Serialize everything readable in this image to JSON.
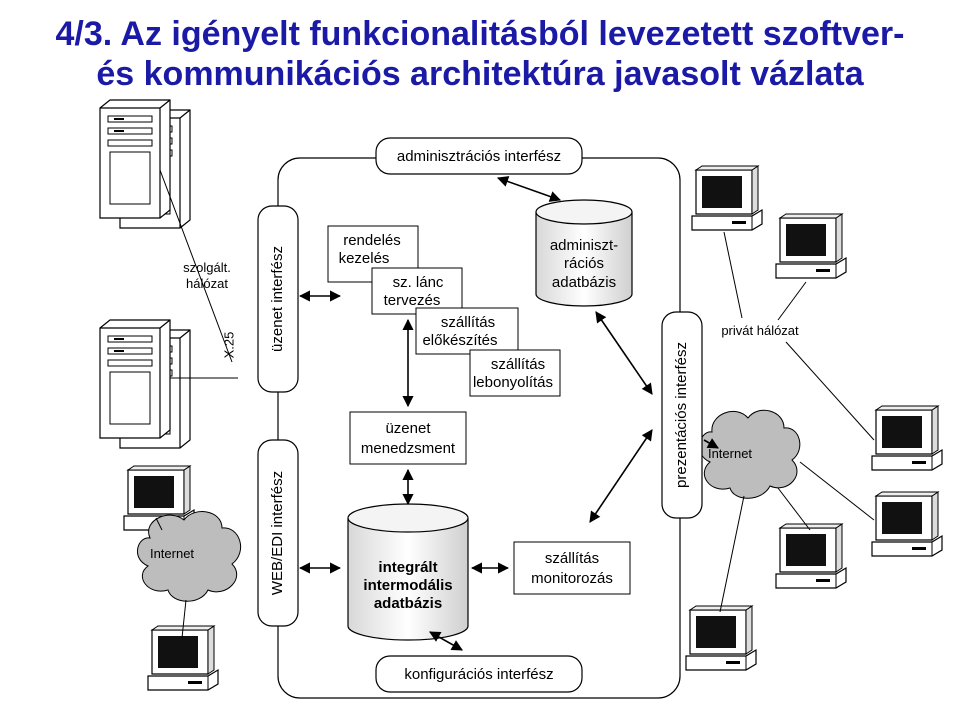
{
  "title": {
    "line1": "4/3. Az igényelt funkcionalitásból levezetett szoftver-",
    "line2": "és kommunikációs architektúra javasolt vázlata"
  },
  "interfaces": {
    "admin": "adminisztrációs interfész",
    "config": "konfigurációs interfész",
    "message": "üzenet interfész",
    "webedi": "WEB/EDI interfész",
    "presentation": "prezentációs interfész"
  },
  "modules": {
    "order_line1": "rendelés",
    "order_line2": "kezelés",
    "chain_line1": "sz. lánc",
    "chain_line2": "tervezés",
    "prep_line1": "szállítás",
    "prep_line2": "előkészítés",
    "exec_line1": "szállítás",
    "exec_line2": "lebonyolítás",
    "msgmgmt_line1": "üzenet",
    "msgmgmt_line2": "menedzsment",
    "monitor_line1": "szállítás",
    "monitor_line2": "monitorozás"
  },
  "databases": {
    "admin_line1": "adminiszt-",
    "admin_line2": "rációs",
    "admin_line3": "adatbázis",
    "integrated_line1": "integrált",
    "integrated_line2": "intermodális",
    "integrated_line3": "adatbázis"
  },
  "networks": {
    "service_line1": "szolgált.",
    "service_line2": "hálózat",
    "x25": "X.25",
    "internet_left": "Internet",
    "internet_right": "Internet",
    "private": "privát hálózat"
  },
  "colors": {
    "title": "#1a1aa6",
    "cloud": "#bdbdbd",
    "db_fill": "#f0f0f0",
    "stroke": "#000000"
  }
}
